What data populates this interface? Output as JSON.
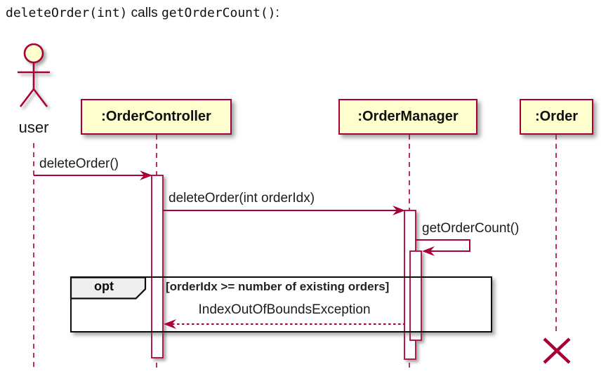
{
  "title": {
    "code_before": "deleteOrder(int)",
    "middle": " calls ",
    "code_after": "getOrderCount()",
    "tail": ":"
  },
  "actor": {
    "label": "user"
  },
  "participants": [
    {
      "name": ":OrderController",
      "destroyed": false
    },
    {
      "name": ":OrderManager",
      "destroyed": false
    },
    {
      "name": ":Order",
      "destroyed": true
    }
  ],
  "messages": [
    {
      "label": "deleteOrder()",
      "from": "user",
      "to": ":OrderController",
      "style": "solid-sync"
    },
    {
      "label": "deleteOrder(int orderIdx)",
      "from": ":OrderController",
      "to": ":OrderManager",
      "style": "solid-sync"
    },
    {
      "label": "getOrderCount()",
      "from": ":OrderManager",
      "to": ":OrderManager",
      "style": "self-call"
    },
    {
      "label": "IndexOutOfBoundsException",
      "from": ":OrderManager",
      "to": ":OrderController",
      "style": "dashed-return"
    }
  ],
  "fragment": {
    "operator": "opt",
    "guard": "[orderIdx >= number of existing orders]"
  },
  "colors": {
    "accent": "#A80036",
    "participant_fill": "#FEFECE",
    "fragment_label_fill": "#EEEEEE",
    "fragment_border": "#000000",
    "background": "#FFFFFF"
  }
}
